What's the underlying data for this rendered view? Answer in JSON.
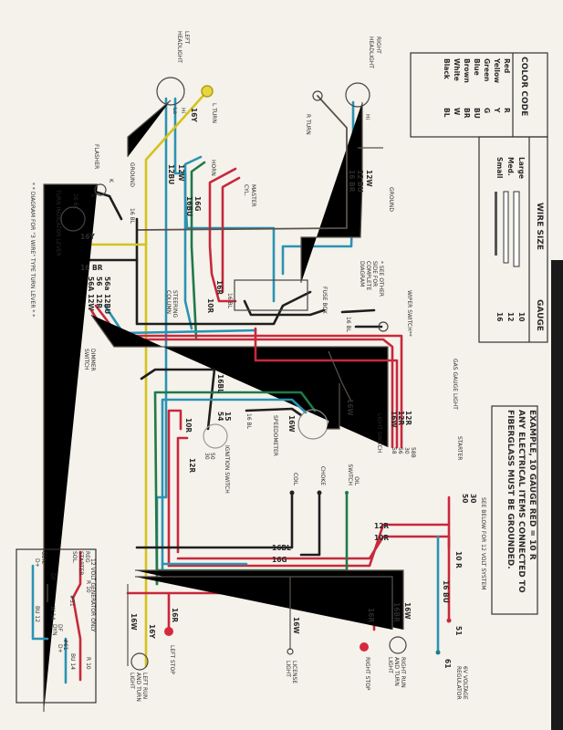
{
  "color_code": {
    "title": "COLOR CODE",
    "entries": [
      {
        "name": "Red",
        "abbr": "R"
      },
      {
        "name": "Yellow",
        "abbr": "Y"
      },
      {
        "name": "Green",
        "abbr": "G"
      },
      {
        "name": "Blue",
        "abbr": "BU"
      },
      {
        "name": "Brown",
        "abbr": "BR"
      },
      {
        "name": "White",
        "abbr": "W"
      },
      {
        "name": "Black",
        "abbr": "BL"
      }
    ]
  },
  "wire_size": {
    "title": "WIRE SIZE",
    "gauge_title": "GAUGE",
    "rows": [
      {
        "size": "Large",
        "gauge": "10"
      },
      {
        "size": "Med.",
        "gauge": "12"
      },
      {
        "size": "Small",
        "gauge": "16"
      }
    ]
  },
  "notes": {
    "example": "EXAMPLE, 10 GAUGE RED = 10 R",
    "ground_1": "ANY ELECTRICAL ITEMS CONNECTED TO",
    "ground_2": "FIBERGLASS MUST BE GROUNDED.",
    "see_below": "SEE BELOW FOR 12 VOLT SYSTEM",
    "see_other": [
      "* SEE OTHER",
      "SIDE FOR",
      "COMPLETE",
      "DIAGRAM"
    ],
    "turn_lever_note": "* * DIAGRAM FOR \"3 WIRE\" TYPE TURN LEVER * *"
  },
  "components": {
    "left_headlight": [
      "LEFT",
      "HEADLIGHT"
    ],
    "right_headlight": [
      "RIGHT",
      "HEADLIGHT"
    ],
    "l_turn": "L TURN",
    "r_turn": "R TURN",
    "ground_left": "GROUND",
    "ground_right": "GROUND",
    "horn": "HORN",
    "master_cyl": [
      "MASTER",
      "CYL."
    ],
    "flasher": "FLASHER",
    "turn_indicator": "TURN INDICATOR LEVER",
    "steering_column": [
      "STEERING",
      "COLUMN"
    ],
    "dimmer_switch": [
      "DIMMER",
      "SWITCH"
    ],
    "fuse_box": "FUSE BOX",
    "wiper_switch": "WIPER SWITCH**",
    "gas_gauge_light": "GAS GAUGE LIGHT",
    "light_switch": "LIGHT SWITCH",
    "speedometer": "SPEEDOMETER",
    "ignition_switch": "IGNITION SWITCH",
    "coil": "COIL",
    "choke": "CHOKE",
    "oil_switch": [
      "OIL",
      "SWITCH"
    ],
    "starter": "STARTER",
    "regulator": [
      "6V VOLTAGE",
      "REGULATOR"
    ],
    "left_stop": "LEFT STOP",
    "left_run": [
      "LEFT RUN",
      "AND TURN",
      "LIGHT"
    ],
    "license_light": [
      "LICENSE",
      "LIGHT"
    ],
    "right_stop": "RIGHT STOP",
    "right_run": [
      "RIGHT RUN",
      "AND TURN",
      "LIGHT"
    ]
  },
  "wire_labels": {
    "lh_16y": "16Y",
    "lh_hi": "Hi",
    "lh_lo": "Lo",
    "rh_hi": "Hi",
    "rh_lo": "Lo",
    "w12w": "12W",
    "w12bu": "12BU",
    "w16g": "16G",
    "w16bu": "16BU",
    "rh_2w": "12W",
    "rh_12bl": "12 BU",
    "rh_16br": "16 BR",
    "fl_k": "K",
    "fl_s": "S",
    "fl_16bl": "16 BL",
    "ti_16bl": "16 BL",
    "ti_16y": "16Y",
    "ti_16br": "16 BR",
    "d_56a": "56a",
    "d_56": "56",
    "d_56A": "56A",
    "d_12bu": "12BU",
    "d_12r": "12R",
    "d_12w": "12W",
    "fb_16r": "16R",
    "fb_10r": "10R",
    "fb_16bl": "16 BL",
    "wiper_16bl": "16 BL",
    "ig_16bl": "16BL",
    "ig_15": "15",
    "ig_54": "54",
    "ig_16bl2": "16 BL",
    "ig_10r": "10R",
    "ig_12r": "12R",
    "ig_30": "30",
    "ig_50": "50",
    "sp_16w": "16W",
    "gg_16w": "16W",
    "ls_12r_a": "12R",
    "ls_12r_b": "12R",
    "ls_16w": "16W",
    "ls_58b": "58B",
    "ls_30": "30",
    "ls_56": "56",
    "ls_58": "58",
    "h_12r": "12R",
    "h_10r": "10R",
    "h_16bl": "16BL",
    "h_16g": "16G",
    "st_30": "30",
    "st_50": "50",
    "st_10r": "10 R",
    "st_16bu": "16 BU",
    "rg_51": "51",
    "rg_61": "61",
    "b_16r_l": "16R",
    "b_16y": "16Y",
    "b_16w_l": "16W",
    "b_16w_lic": "16W",
    "b_16r_r": "16R",
    "b_16br_r": "16BR",
    "b_16w_r": "16W"
  },
  "inset_12v": {
    "title": "12 VOLT GENERATOR ONLY",
    "reg": [
      "REG",
      "STARTER",
      "SOL."
    ],
    "gen": "GEN.",
    "labels": [
      "R 10",
      "#51",
      "R 10",
      "BU 14",
      "DF",
      "W 14",
      "D+",
      "BU 12",
      "DF",
      "DYN",
      "D+",
      "#61"
    ]
  },
  "colors": {
    "red": "#c8283c",
    "yellow": "#d6c21c",
    "blue": "#2a93b3",
    "green": "#1f7a4a",
    "black": "#1e1e1e",
    "brown": "#5a534c"
  }
}
